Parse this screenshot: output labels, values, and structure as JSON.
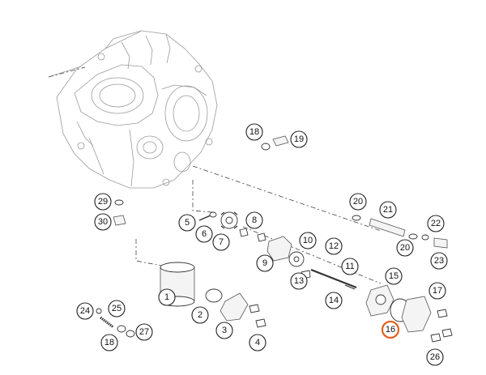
{
  "diagram": {
    "highlight_color": "#e0611f",
    "callouts": [
      {
        "id": "c1",
        "label": "1"
      },
      {
        "id": "c2",
        "label": "2"
      },
      {
        "id": "c3",
        "label": "3"
      },
      {
        "id": "c4",
        "label": "4"
      },
      {
        "id": "c5",
        "label": "5"
      },
      {
        "id": "c6",
        "label": "6"
      },
      {
        "id": "c7",
        "label": "7"
      },
      {
        "id": "c8",
        "label": "8"
      },
      {
        "id": "c9",
        "label": "9"
      },
      {
        "id": "c10",
        "label": "10"
      },
      {
        "id": "c11",
        "label": "11"
      },
      {
        "id": "c12",
        "label": "12"
      },
      {
        "id": "c13",
        "label": "13"
      },
      {
        "id": "c14",
        "label": "14"
      },
      {
        "id": "c15",
        "label": "15"
      },
      {
        "id": "c16",
        "label": "16",
        "highlighted": true
      },
      {
        "id": "c17",
        "label": "17"
      },
      {
        "id": "c18a",
        "label": "18"
      },
      {
        "id": "c18b",
        "label": "18"
      },
      {
        "id": "c19",
        "label": "19"
      },
      {
        "id": "c20a",
        "label": "20"
      },
      {
        "id": "c20b",
        "label": "20"
      },
      {
        "id": "c21",
        "label": "21"
      },
      {
        "id": "c22",
        "label": "22"
      },
      {
        "id": "c23",
        "label": "23"
      },
      {
        "id": "c24",
        "label": "24"
      },
      {
        "id": "c25",
        "label": "25"
      },
      {
        "id": "c26",
        "label": "26"
      },
      {
        "id": "c27",
        "label": "27"
      },
      {
        "id": "c29",
        "label": "29"
      },
      {
        "id": "c30",
        "label": "30"
      }
    ]
  }
}
